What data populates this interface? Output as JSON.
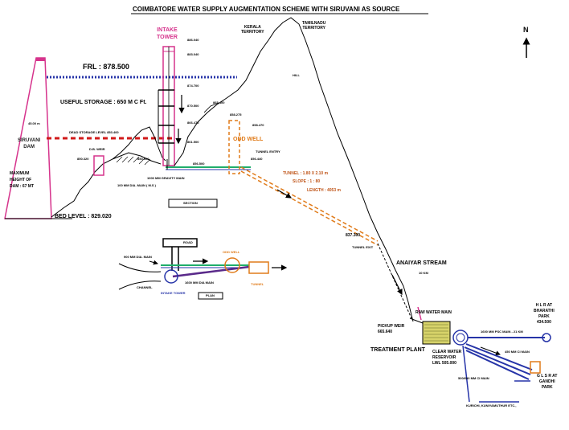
{
  "title": "COIMBATORE WATER SUPPLY AUGMENTATION SCHEME WITH SIRUVANI AS SOURCE",
  "north": "N",
  "section": {
    "intake_tower": [
      "INTAKE",
      "TOWER"
    ],
    "kerala": [
      "KERALA",
      "TERRITORY"
    ],
    "tamilnadu": [
      "TAMILNADU",
      "TERRITORY"
    ],
    "frl": "FRL : 878.500",
    "useful_storage": "USEFUL STORAGE : 650 M C Ft.",
    "dead_storage": "DEAD STORAGE LEVEL 853.400",
    "dam": [
      "SIRUVANI",
      "DAM"
    ],
    "max_height": [
      "MAXIMUM",
      "HEIGHT OF",
      "DAM : 67 MT"
    ],
    "bed_level": "BED LEVEL : 829.020",
    "dam_dim": "45.00 m",
    "level_886": "886.040",
    "level_883": "883.040",
    "level_874": "874.700",
    "level_870": "870.500",
    "level_866": "866.475",
    "level_861": "861.500",
    "level_865": "865.400",
    "level_858": "858.275",
    "level_856": "856.500",
    "level_856b": "856.440",
    "level_858b": "858.470",
    "hill": "HILL",
    "weir": "D.B. WEIR",
    "weir_level": "850.320",
    "pipe_small": "850.000",
    "gravity_main": "1000 MM GRAVITY MAIN",
    "dia_main": "100 MM DIA. MAIN ( M.S )",
    "odd_well": "ODD WELL",
    "tunnel_entry": "TUNNEL ENTRY",
    "tunnel": "TUNNEL : 1.80 X 2.10 m",
    "slope": "SLOPE : 1 : 80",
    "length": "LENGTH : 4053 m",
    "section_label": "SECTION",
    "level_837": "837.300",
    "tunnel_exit": "TUNNEL EXIT",
    "anaiyar": "ANAIYAR STREAM",
    "km": "10 KM"
  },
  "plan": {
    "road": "ROAD",
    "dia_main": "900 MM DIA. MAIN",
    "odd_well": "ODD WELL",
    "channel": "CHANNEL",
    "dia_main2": "1600 MM DIA MAIN",
    "tunnel": "TUNNEL",
    "intake": "INTAKE TOWER",
    "plan_label": "PLAN"
  },
  "treatment": {
    "raw_water": "RAW WATER MAIN",
    "pickup_weir": [
      "PICKUP WEIR",
      "665.640"
    ],
    "plant": "TREATMENT PLANT",
    "clear_water": [
      "CLEAR WATER",
      "RESERVOIR",
      "LWL 505.000"
    ],
    "psc_main": "1600 MM PSC MAIN - 21 KM",
    "ci_main": "450 MM CI MAIN",
    "ci_main2": "500/600 MM CI MAIN",
    "hlr": [
      "H L R  AT",
      "BHARATHI",
      "PARK",
      "434.500"
    ],
    "glsr": [
      "G L S R  AT",
      "GANDHI",
      "PARK"
    ],
    "kurichi": "KURICHI, KUNIYAMUTHUR  ETC.,"
  }
}
